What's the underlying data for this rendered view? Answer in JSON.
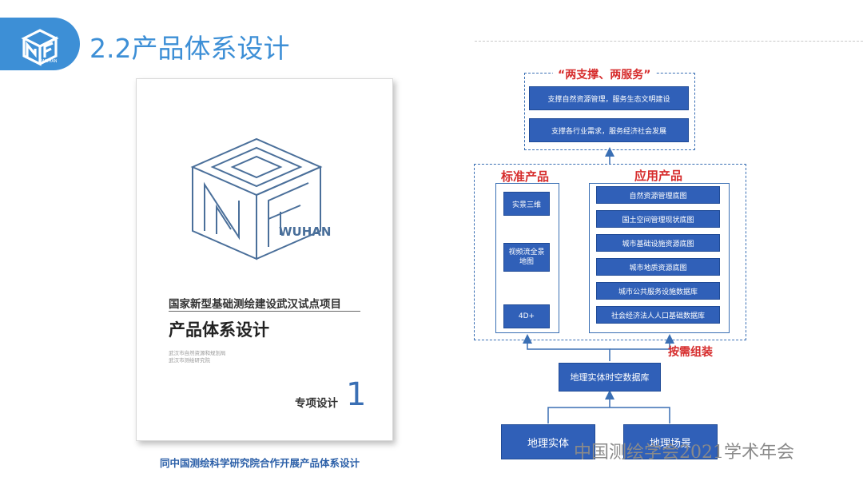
{
  "header": {
    "title": "2.2产品体系设计",
    "logo_letters": "NF",
    "logo_text": "WUHAN"
  },
  "cover": {
    "logo_text": "WUHAN",
    "project": "国家新型基础测绘建设武汉试点项目",
    "title": "产品体系设计",
    "orgs": [
      "武汉市自然资源和规划局",
      "武汉市测绘研究院"
    ],
    "series_label": "专项设计",
    "series_number": "1"
  },
  "caption": "同中国测绘科学研究院合作开展产品体系设计",
  "diagram": {
    "top_label": "“两支撑、两服务”",
    "top_items": [
      "支撑自然资源管理，服务生态文明建设",
      "支撑各行业需求，服务经济社会发展"
    ],
    "standard_label": "标准产品",
    "standard_items": [
      "实景三维",
      "视频流全景\n地图",
      "4D+"
    ],
    "application_label": "应用产品",
    "application_items": [
      "自然资源管理底图",
      "国土空间管理现状底图",
      "城市基础设施资源底图",
      "城市地质资源底图",
      "城市公共服务设施数据库",
      "社会经济法人人口基础数据库"
    ],
    "assemble_label": "按需组装",
    "database": "地理实体时空数据库",
    "bottom_items": [
      "地理实体",
      "地理场景"
    ]
  },
  "watermark": "中国测绘学会2021学术年会",
  "colors": {
    "accent": "#3d8fd6",
    "box_blue": "#3060b8",
    "line_blue": "#3a6fb4",
    "label_red": "#d62c2c"
  }
}
